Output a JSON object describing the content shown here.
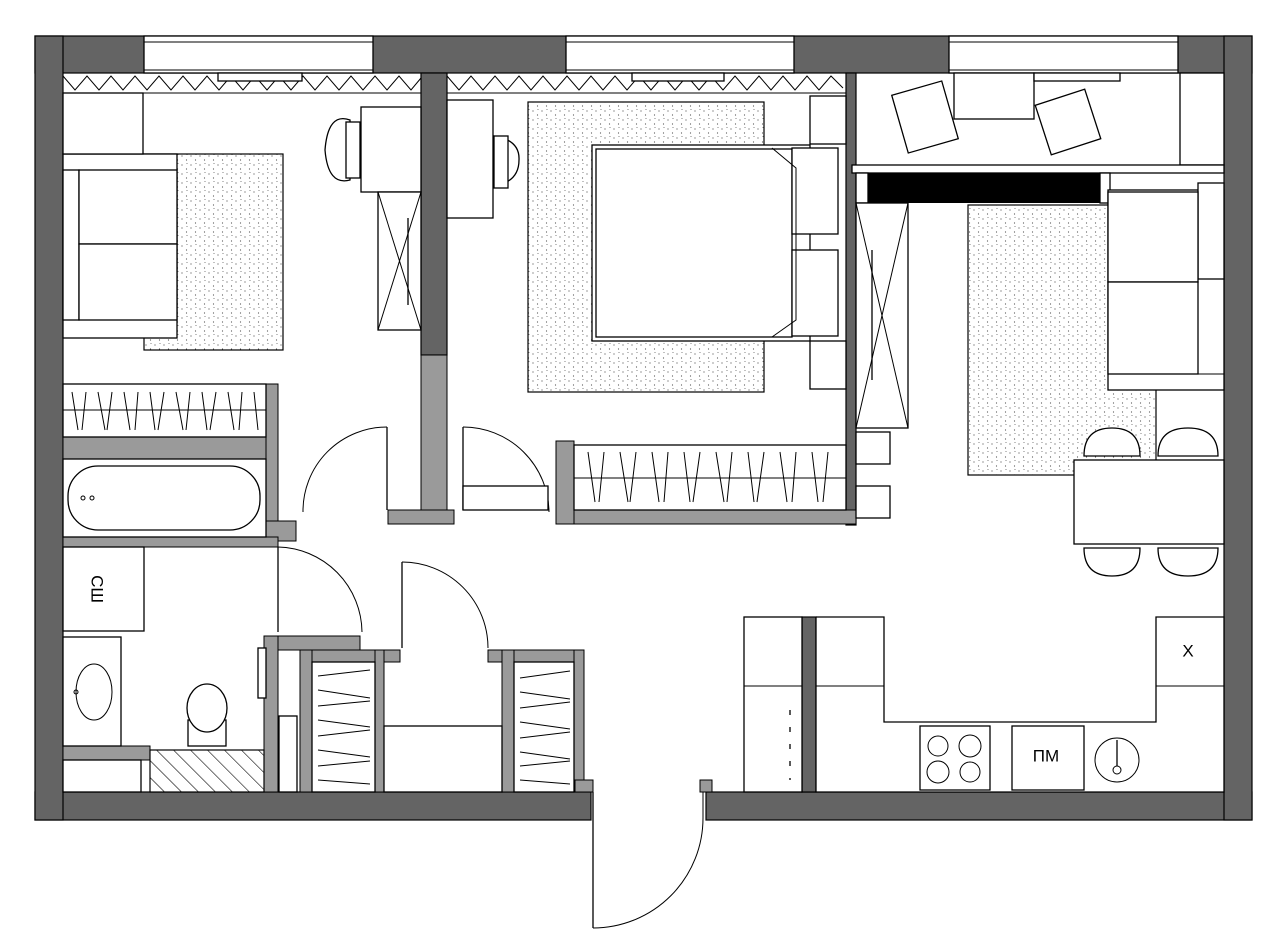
{
  "labels": {
    "dryer": "СШ",
    "dishwasher": "ПМ",
    "fridge": "Х"
  }
}
